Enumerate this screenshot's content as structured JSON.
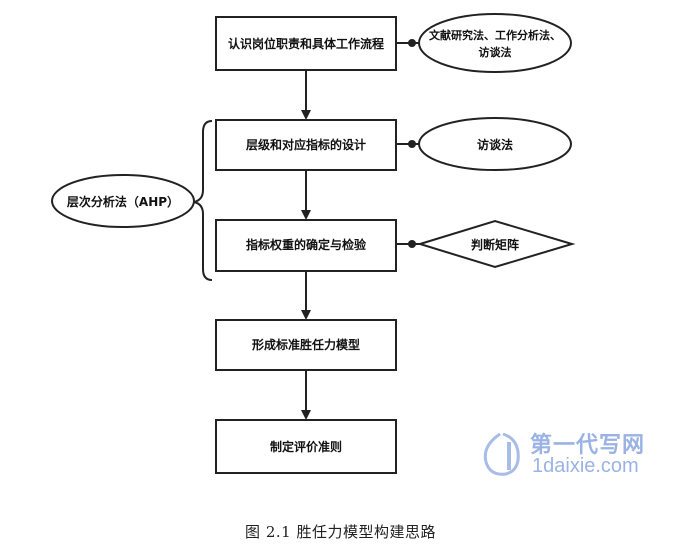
{
  "diagram": {
    "steps": [
      {
        "id": "s1",
        "label": "认识岗位职责和具体工作流程"
      },
      {
        "id": "s2",
        "label": "层级和对应指标的设计"
      },
      {
        "id": "s3",
        "label": "指标权重的确定与检验"
      },
      {
        "id": "s4",
        "label": "形成标准胜任力模型"
      },
      {
        "id": "s5",
        "label": "制定评价准则"
      }
    ],
    "methods": [
      {
        "id": "m1",
        "shape": "ellipse",
        "lines": [
          "文献研究法、工作分析法、",
          "访谈法"
        ]
      },
      {
        "id": "m2",
        "shape": "ellipse",
        "lines": [
          "访谈法"
        ]
      },
      {
        "id": "m3",
        "shape": "diamond",
        "lines": [
          "判断矩阵"
        ]
      }
    ],
    "group_label": "层次分析法（AHP）"
  },
  "caption": "图 2.1  胜任力模型构建思路",
  "watermark": {
    "text_cn": "第一代写网",
    "text_en": "1daixie.com",
    "color": "#8aa6e0"
  }
}
